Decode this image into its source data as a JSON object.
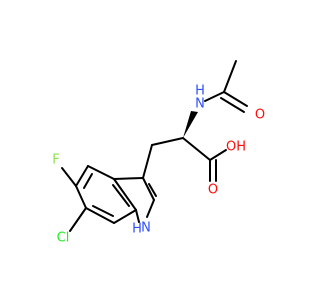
{
  "molecule": {
    "atoms": [
      {
        "id": "f",
        "text": "F",
        "color": "#90e050"
      },
      {
        "id": "cl",
        "text": "Cl",
        "color": "#1ff01f"
      },
      {
        "id": "nh",
        "text": "H",
        "color": "#3050f8"
      },
      {
        "id": "n_ring",
        "text": "N",
        "color": "#3050f8"
      },
      {
        "id": "n_amide",
        "text": "N",
        "color": "#3050f8"
      },
      {
        "id": "h_amide",
        "text": "H",
        "color": "#3050f8"
      },
      {
        "id": "o_carbonyl",
        "text": "O",
        "color": "#ff0d0d"
      },
      {
        "id": "o_acid",
        "text": "O",
        "color": "#ff0d0d"
      },
      {
        "id": "oh",
        "text": "OH",
        "color": "#ff0d0d"
      }
    ],
    "bond_color": "#000000"
  }
}
